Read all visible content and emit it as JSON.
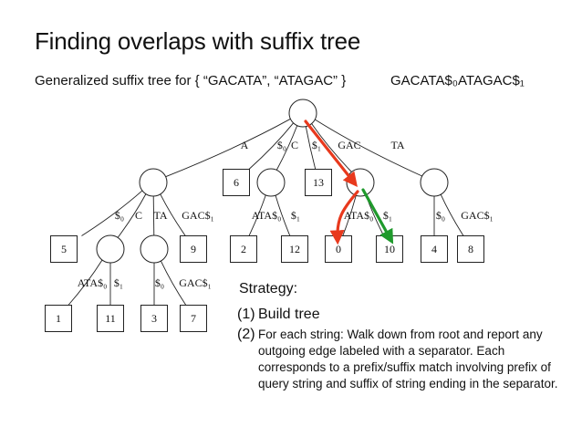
{
  "slide": {
    "title": "Finding overlaps with suffix tree",
    "subtitle": "Generalized suffix tree for { “GACATA”, “ATAGAC” }",
    "concatenated": "GACATA$₀ATAGAC$₁"
  },
  "tree": {
    "nodes": [
      {
        "id": "root",
        "kind": "internal"
      },
      {
        "id": "nA",
        "kind": "internal"
      },
      {
        "id": "l6",
        "kind": "leaf",
        "label": "6"
      },
      {
        "id": "n$0",
        "kind": "internal"
      },
      {
        "id": "l13",
        "kind": "leaf",
        "label": "13"
      },
      {
        "id": "nGAC",
        "kind": "internal"
      },
      {
        "id": "nTA",
        "kind": "internal"
      },
      {
        "id": "l5",
        "kind": "leaf",
        "label": "5"
      },
      {
        "id": "nAC",
        "kind": "internal"
      },
      {
        "id": "nATA",
        "kind": "internal"
      },
      {
        "id": "l9",
        "kind": "leaf",
        "label": "9"
      },
      {
        "id": "l2",
        "kind": "leaf",
        "label": "2"
      },
      {
        "id": "l12",
        "kind": "leaf",
        "label": "12"
      },
      {
        "id": "l0",
        "kind": "leaf",
        "label": "0"
      },
      {
        "id": "l10",
        "kind": "leaf",
        "label": "10"
      },
      {
        "id": "l4",
        "kind": "leaf",
        "label": "4"
      },
      {
        "id": "l8",
        "kind": "leaf",
        "label": "8"
      },
      {
        "id": "l1",
        "kind": "leaf",
        "label": "1"
      },
      {
        "id": "l11",
        "kind": "leaf",
        "label": "11"
      },
      {
        "id": "l3",
        "kind": "leaf",
        "label": "3"
      },
      {
        "id": "l7",
        "kind": "leaf",
        "label": "7"
      }
    ],
    "edges": [
      {
        "from": "root",
        "to": "nA",
        "label": "A"
      },
      {
        "from": "root",
        "to": "l6",
        "label": "$₀"
      },
      {
        "from": "root",
        "to": "n$0",
        "label": "C"
      },
      {
        "from": "root",
        "to": "l13",
        "label": "$₁"
      },
      {
        "from": "root",
        "to": "nGAC",
        "label": "GAC"
      },
      {
        "from": "root",
        "to": "nTA",
        "label": "TA"
      },
      {
        "from": "nA",
        "to": "l5",
        "label": "$₀"
      },
      {
        "from": "nA",
        "to": "nAC",
        "label": "C"
      },
      {
        "from": "nA",
        "to": "nATA",
        "label": "TA"
      },
      {
        "from": "nA",
        "to": "l9",
        "label": "GAC$₁"
      },
      {
        "from": "n$0",
        "to": "l2",
        "label": "ATA$₀"
      },
      {
        "from": "n$0",
        "to": "l12",
        "label": "$₁"
      },
      {
        "from": "nGAC",
        "to": "l0",
        "label": "ATA$₀"
      },
      {
        "from": "nGAC",
        "to": "l10",
        "label": "$₁"
      },
      {
        "from": "nTA",
        "to": "l4",
        "label": "$₀"
      },
      {
        "from": "nTA",
        "to": "l8",
        "label": "GAC$₁"
      },
      {
        "from": "nAC",
        "to": "l1",
        "label": "ATA$₀"
      },
      {
        "from": "nAC",
        "to": "l11",
        "label": "$₁"
      },
      {
        "from": "nATA",
        "to": "l3",
        "label": "$₀"
      },
      {
        "from": "nATA",
        "to": "l7",
        "label": "GAC$₁"
      }
    ],
    "highlights": [
      {
        "path": [
          "root",
          "nGAC"
        ],
        "color": "#e8391d"
      },
      {
        "path": [
          "nGAC",
          "l0"
        ],
        "color": "#e8391d"
      },
      {
        "path": [
          "nGAC",
          "l10"
        ],
        "color": "#1f9a2c"
      }
    ]
  },
  "strategy": {
    "title": "Strategy:",
    "steps": [
      {
        "num": "(1)",
        "text": "Build tree"
      },
      {
        "num": "(2)",
        "text": "For each string: Walk down from root and report any outgoing edge labeled with a separator. Each corresponds to a prefix/suffix match involving prefix of query string and suffix of string ending in the separator."
      }
    ]
  }
}
